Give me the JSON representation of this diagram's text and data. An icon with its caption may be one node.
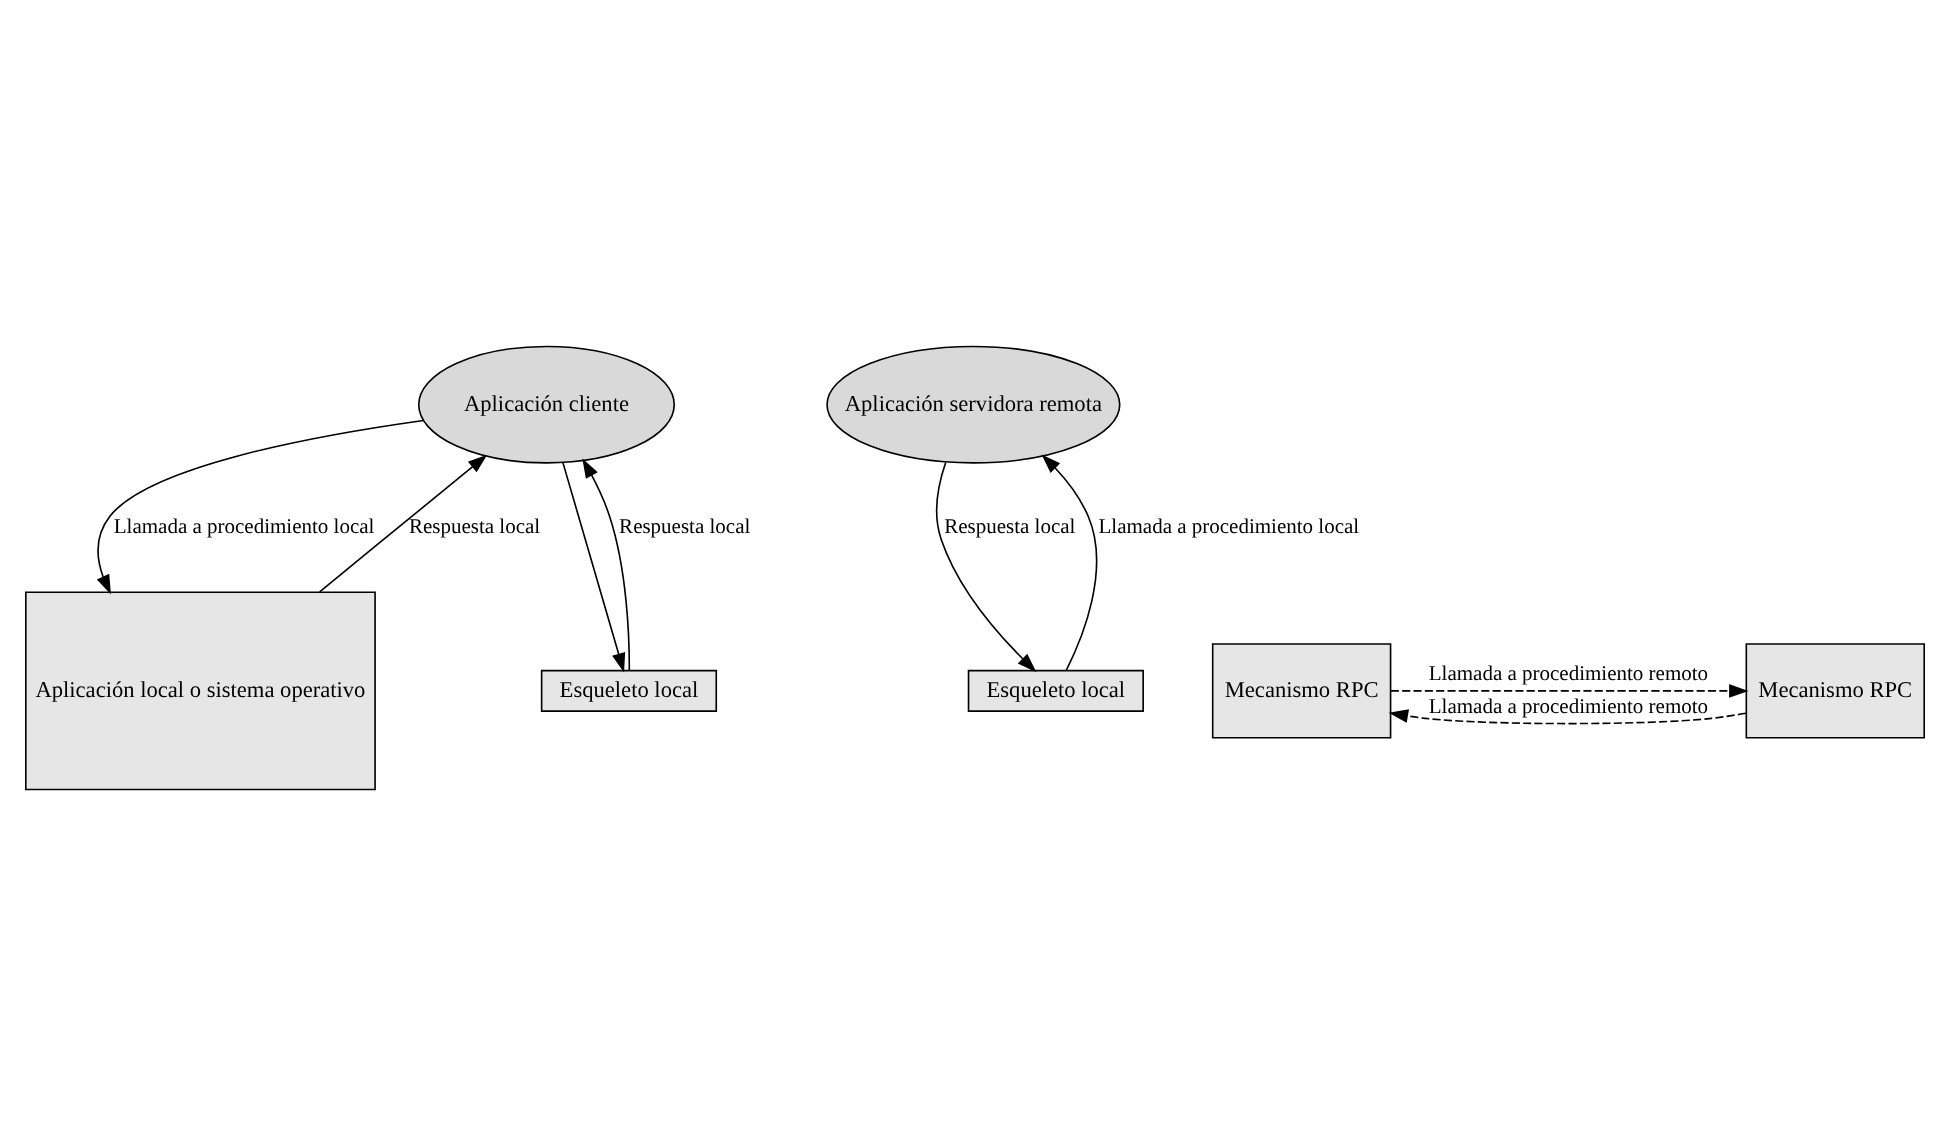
{
  "diagram": {
    "nodes": [
      {
        "text": [
          "Aplicación cliente"
        ]
      },
      {
        "text": [
          "Aplicación servidora remota"
        ]
      },
      {
        "text": [
          "Aplicación local o sistema operativo"
        ]
      },
      {
        "text": [
          "Esqueleto local"
        ]
      },
      {
        "text": [
          "Mecanismo RPC"
        ]
      },
      {
        "text": [
          "Esqueleto local"
        ]
      },
      {
        "text": [
          "Mecanismo RPC"
        ]
      }
    ],
    "edges": [
      {
        "from": 2,
        "to": 0,
        "arrow": "to",
        "label": "Respuesta local"
      },
      {
        "from": 0,
        "to": 2,
        "arrow": "to",
        "label": "Llamada a procedimiento local"
      },
      {
        "from": 0,
        "to": 3,
        "arrow": "to"
      },
      {
        "from": 3,
        "to": 0,
        "arrow": "to",
        "label": "Respuesta local"
      },
      {
        "from": 1,
        "to": 5,
        "arrow": "to",
        "label": "Respuesta local"
      },
      {
        "from": 5,
        "to": 1,
        "arrow": "to",
        "label": "Llamada a procedimiento local"
      },
      {
        "from": 4,
        "to": 6,
        "arrow": "to",
        "label": "Llamada a procedimiento remoto",
        "style": "dashed"
      },
      {
        "from": 6,
        "to": 4,
        "arrow": "to",
        "label": "Llamada a procedimiento remoto",
        "style": "dashed"
      }
    ]
  }
}
